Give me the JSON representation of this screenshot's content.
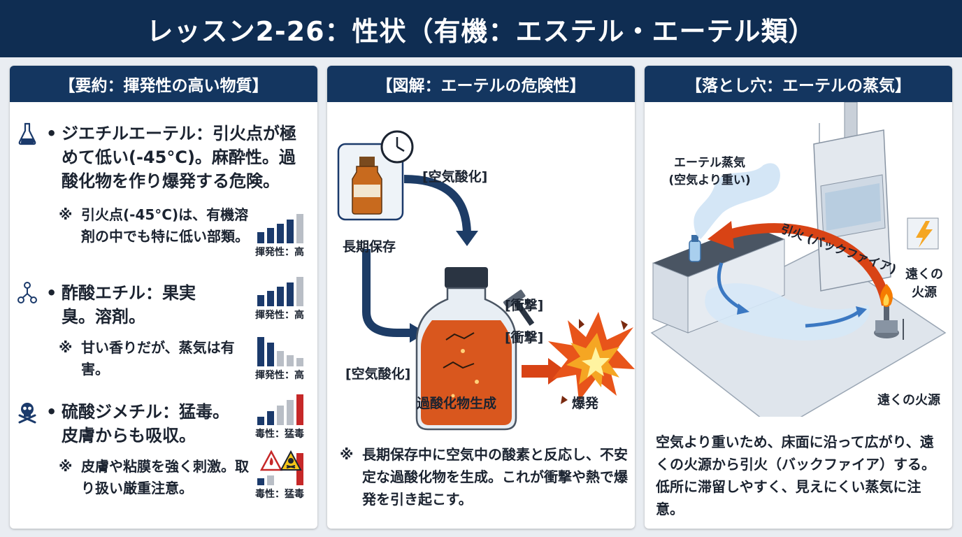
{
  "title": "レッスン2-26：性状（有機：エステル・エーテル類）",
  "panel1": {
    "header": "【要約：揮発性の高い物質】",
    "items": [
      {
        "icon": "flask-icon",
        "bullet": "•",
        "text": "ジエチルエーテル：引火点が極めて低い(-45°C)。麻酔性。過酸化物を作り爆発する危険。",
        "note_mark": "※",
        "note": "引火点(-45°C)は、有機溶剤の中でも特に低い部類。",
        "chart_label": "揮発性：高"
      },
      {
        "icon": "molecule-icon",
        "bullet": "•",
        "text": "酢酸エチル：果実臭。溶剤。",
        "note_mark": "※",
        "note": "甘い香りだが、蒸気は有害。",
        "chart_label": "揮発性：高",
        "chart_label_2": "揮発性：高"
      },
      {
        "icon": "skull-crossbones-icon",
        "bullet": "•",
        "text": "硫酸ジメチル：猛毒。皮膚からも吸収。",
        "note_mark": "※",
        "note": "皮膚や粘膜を強く刺激。取り扱い厳重注意。",
        "chart_label": "毒性：猛毒",
        "chart_label_2": "毒性：猛毒"
      }
    ]
  },
  "panel2": {
    "header": "【図解：エーテルの危険性】",
    "labels": {
      "oxidation_top": "[空気酸化]",
      "oxidation_bottom": "[空気酸化]",
      "storage": "長期保存",
      "shock_top": "[衝撃]",
      "shock_bottom": "[衝撃]",
      "peroxide": "過酸化物生成",
      "explosion": "爆発"
    },
    "note_mark": "※",
    "note": "長期保存中に空気中の酸素と反応し、不安定な過酸化物を生成。これが衝撃や熱で爆発を引き起こす。"
  },
  "panel3": {
    "header": "【落とし穴：エーテルの蒸気】",
    "labels": {
      "vapor": "エーテル蒸気\n(空気より重い)",
      "backfire": "引火 (バックファイア)",
      "source_right": "遠くの\n火源",
      "source_bottom": "遠くの火源"
    },
    "text": "空気より重いため、床面に沿って広がり、遠くの火源から引火（バックファイア）する。低所に滞留しやすく、見えにくい蒸気に注意。"
  },
  "colors": {
    "navy": "#0f2d52",
    "bar_navy": "#1b3a6b",
    "bar_gray": "#b9bec6",
    "bar_red": "#c62828",
    "arrow_navy": "#1d3c66",
    "arrow_red": "#d84315"
  }
}
